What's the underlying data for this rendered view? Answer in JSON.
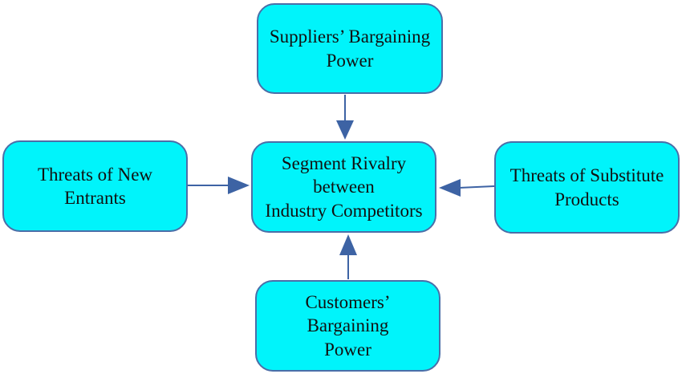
{
  "diagram": {
    "colors": {
      "box_fill": "#00f4fb",
      "box_border": "#4b6ea8",
      "arrow": "#3d63a4",
      "text": "#111111"
    },
    "nodes": {
      "top": "Suppliers’ Bargaining\nPower",
      "left": "Threats of New\nEntrants",
      "center": "Segment Rivalry\nbetween\nIndustry Competitors",
      "right": "Threats of Substitute\nProducts",
      "bottom": "Customers’\nBargaining\nPower"
    },
    "edges": [
      {
        "from": "top",
        "to": "center"
      },
      {
        "from": "left",
        "to": "center"
      },
      {
        "from": "right",
        "to": "center"
      },
      {
        "from": "bottom",
        "to": "center"
      }
    ]
  }
}
